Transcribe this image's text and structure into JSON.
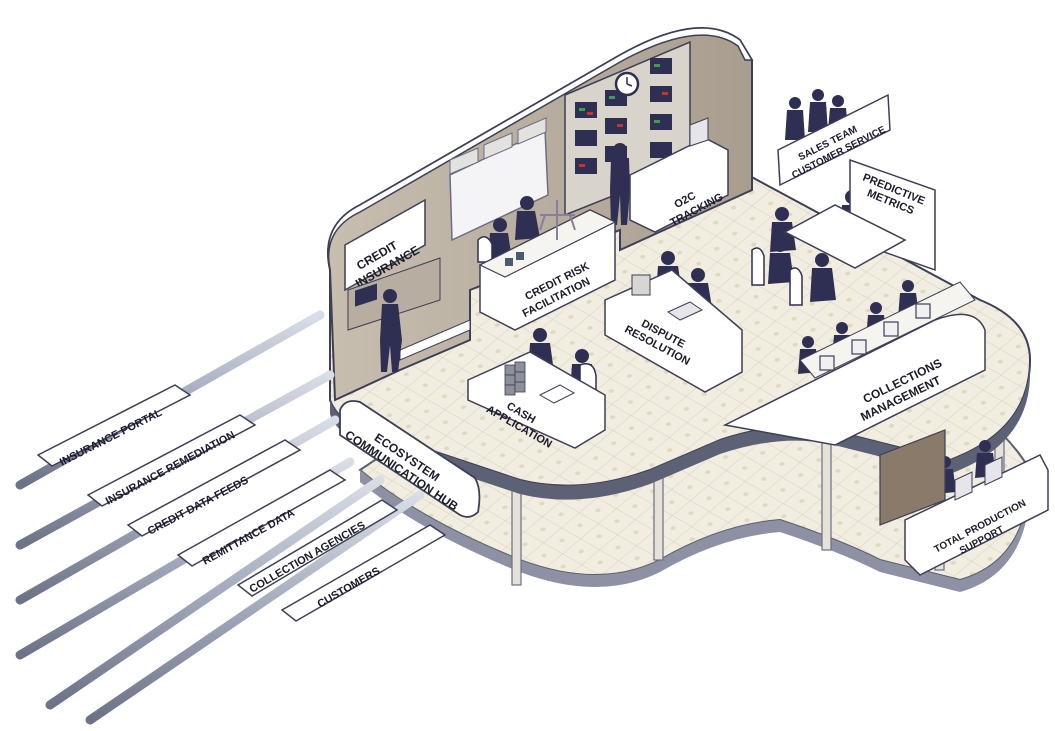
{
  "diagram": {
    "hub_label_line1": "ECOSYSTEM",
    "hub_label_line2": "COMMUNICATION HUB",
    "pipes": [
      {
        "label": "INSURANCE PORTAL"
      },
      {
        "label": "INSURANCE REMEDIATION"
      },
      {
        "label": "CREDIT DATA FEEDS"
      },
      {
        "label": "REMITTANCE DATA"
      },
      {
        "label": "COLLECTION AGENCIES"
      },
      {
        "label": "CUSTOMERS"
      }
    ],
    "stations": {
      "credit_insurance": [
        "CREDIT",
        "INSURANCE"
      ],
      "credit_risk": [
        "CREDIT RISK",
        "FACILITATION"
      ],
      "o2c": [
        "O2C",
        "TRACKING"
      ],
      "sales": [
        "SALES TEAM",
        "CUSTOMER SERVICE"
      ],
      "predictive": [
        "PREDICTIVE",
        "METRICS"
      ],
      "dispute": [
        "DISPUTE",
        "RESOLUTION"
      ],
      "cash": [
        "CASH",
        "APPLICATION"
      ],
      "collections": [
        "COLLECTIONS",
        "MANAGEMENT"
      ],
      "production": [
        "TOTAL PRODUCTION",
        "SUPPORT"
      ]
    }
  },
  "colors": {
    "figure": "#2e2f52",
    "floor": "#ece6d6",
    "wall": "#bfb4a5",
    "pipe": "#9ba2b4",
    "panel": "#ffffff",
    "edge": "#3c3f55"
  }
}
